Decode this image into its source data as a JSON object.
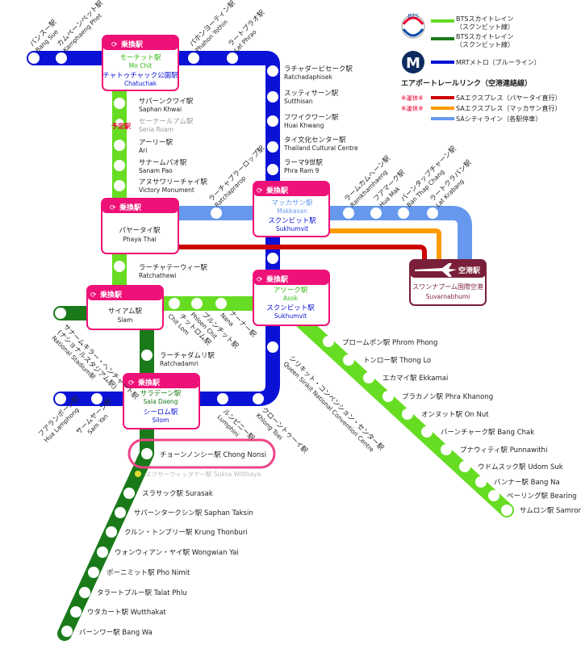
{
  "colors": {
    "bts_sukhumvit": "#66dd22",
    "bts_silom": "#1a7a1a",
    "mrt_blue": "#0a12d6",
    "sa_express_phaya_thai": "#cc0000",
    "sa_express_makkasan": "#ff9900",
    "sa_city_line": "#6699ee",
    "interchange_pink": "#ee1177",
    "airport_maroon": "#7a1f3a",
    "highlight_ring": "#ee4488"
  },
  "legend": {
    "bts_logo": "BTS",
    "bts_sukhumvit": "BTSスカイトレイン\n（スクンビット線）",
    "bts_silom": "BTSスカイトレイン\n（スクンビット線）",
    "mrt_logo": "M",
    "mrt": "MRTメトロ（ブルーライン）",
    "airport_link_title": "エアポートレールリンク（空港連絡線）",
    "suspended_1": "※運休※",
    "sa_express_phaya_thai": "SAエクスプレス（パヤータイ直行）",
    "suspended_2": "※運休※",
    "sa_express_makkasan": "SAエクスプレス（マッカサン直行）",
    "sa_city": "SAシティライン（各駅停車）"
  },
  "interchanges": {
    "mo_chit": {
      "badge": "乗換駅",
      "bts_jp": "モーチット駅",
      "bts_en": "Mo Chit",
      "mrt_jp": "チャトゥチャック公園駅",
      "mrt_en": "Chatuchak"
    },
    "phaya_thai": {
      "badge": "乗換駅",
      "jp": "パヤータイ駅",
      "en": "Phaya Thai"
    },
    "makkasan": {
      "badge": "乗換駅",
      "sa_jp": "マッカサン駅",
      "sa_en": "Makkasan",
      "mrt_jp": "スクンビット駅",
      "mrt_en": "Sukhumvit"
    },
    "siam": {
      "badge": "乗換駅",
      "jp": "サイアム駅",
      "en": "Siam"
    },
    "asok": {
      "badge": "乗換駅",
      "bts_jp": "アソーク駅",
      "bts_en": "Asok",
      "mrt_jp": "スクンビット駅",
      "mrt_en": "Sukhumvit"
    },
    "sala_daeng": {
      "badge": "乗換駅",
      "bts_jp": "サラデーン駅",
      "bts_en": "Sala Daeng",
      "mrt_jp": "シーロム駅",
      "mrt_en": "Silom"
    },
    "airport": {
      "badge": "空港駅",
      "jp": "スワンナプーム国際空港",
      "en": "Suvarnabhumi"
    }
  },
  "stations": {
    "bang_sue": {
      "jp": "バンスー駅",
      "en": "Bang Sue"
    },
    "kamphaeng_phet": {
      "jp": "カムペーンペット駅",
      "en": "Kamphaeng Phet"
    },
    "phahon_yothin": {
      "jp": "パホンヨーティン駅",
      "en": "Phahon Yothin"
    },
    "lat_phrao": {
      "jp": "ラートプラオ駅",
      "en": "Lat Phrao"
    },
    "ratchadaphisek": {
      "jp": "ラチャダーピセーク駅",
      "en": "Ratchadaphisek"
    },
    "sutthisan": {
      "jp": "スッティサーン駅",
      "en": "Sutthisan"
    },
    "huai_khwang": {
      "jp": "フワイクワーン駅",
      "en": "Huai Khwang"
    },
    "thailand_cultural": {
      "jp": "タイ文化センター駅",
      "en": "Thailand Cultural Centre"
    },
    "phra_ram_9": {
      "jp": "ラーマ9世駅",
      "en": "Phra Ram 9"
    },
    "saphan_khwai": {
      "jp": "サパーンクワイ駅",
      "en": "Saphan Khwai"
    },
    "seria_ruam": {
      "jp": "セーナールアム駅",
      "en": "Seria Ruam",
      "note": "予定駅"
    },
    "ari": {
      "jp": "アーリー駅",
      "en": "Ari"
    },
    "sanam_pao": {
      "jp": "サナームパオ駅",
      "en": "Sanam Pao"
    },
    "victory_monument": {
      "jp": "アヌサワリーチャイ駅",
      "en": "Victory Monument"
    },
    "ratchaprarop": {
      "jp": "ラーチャプラーロップ駅",
      "en": "Ratchaprarop"
    },
    "ramkhamhaeng": {
      "jp": "ラームカムヘーン駅",
      "en": "Ramkhamhaeng"
    },
    "hua_mak": {
      "jp": "フアマーク駅",
      "en": "Hua Mak"
    },
    "ban_thap_chang": {
      "jp": "バーンタップチャーン駅",
      "en": "Ban Thap Chang"
    },
    "lat_krabang": {
      "jp": "ラートクラバン駅",
      "en": "Lat Krabang"
    },
    "ratchathewi": {
      "jp": "ラーチャテーウィー駅",
      "en": "Ratchathewi"
    },
    "chit_lom": {
      "jp": "チットロム駅",
      "en": "Chit Lom"
    },
    "phloen_chit": {
      "jp": "プルンチット駅",
      "en": "Phloen Chit"
    },
    "nana": {
      "jp": "ナーナー駅",
      "en": "Nana"
    },
    "national_stadium": {
      "jp": "サナームキラー・ヘンチャート駅\n(ナショナルスタジアム駅)",
      "en": "National Stadium駅"
    },
    "ratchadamri": {
      "jp": "ラーチャダムリ駅",
      "en": "Ratchadamri"
    },
    "phrom_phong": {
      "text": "プロームポン駅 Phrom Phong"
    },
    "thong_lo": {
      "text": "トンロー駅 Thong Lo"
    },
    "ekkamai": {
      "text": "エカマイ駅 Ekkamai"
    },
    "phra_khanong": {
      "text": "プラカノン駅 Phra Khanong"
    },
    "on_nut": {
      "text": "オンヌット駅 On Nut"
    },
    "bang_chak": {
      "text": "バーンチャーク駅 Bang Chak"
    },
    "punnawithi": {
      "text": "プナウィティ駅 Punnawithi"
    },
    "udom_suk": {
      "text": "ウドムスック駅 Udom Suk"
    },
    "bang_na": {
      "text": "バンナー駅 Bang Na"
    },
    "bearing": {
      "text": "ベーリング駅 Bearing"
    },
    "samrong": {
      "text": "サムロン駅 Samrong"
    },
    "queen_sirikit": {
      "jp": "シリキット・コンベンション・センター駅",
      "en": "Queen Sirikit National Convention Centre"
    },
    "khlong_toei": {
      "jp": "クローントゥーイ駅",
      "en": "Khlong Toei"
    },
    "lumphini": {
      "jp": "ルンピニー駅",
      "en": "Lumphini"
    },
    "sam_yan": {
      "jp": "サームヤーン駅",
      "en": "Sam Yan"
    },
    "hua_lamphong": {
      "jp": "フアランポーン駅",
      "en": "Hua Lamphong"
    },
    "chong_nonsi": {
      "text": "チョーンノンシー駅 Chong Nonsi"
    },
    "suksa_witthaya": {
      "text": "スクサーウィッタヤー駅 Suksa Witthaya"
    },
    "surasak": {
      "text": "スラサック駅 Surasak"
    },
    "saphan_taksin": {
      "text": "サパーンタークシン駅 Saphan Taksin"
    },
    "krung_thonburi": {
      "text": "クルン・トンブリー駅 Krung Thonburi"
    },
    "wongwian_yai": {
      "text": "ウォンウィアン・ヤイ駅 Wongwian Yai"
    },
    "pho_nimit": {
      "text": "ポーニミット駅 Pho Nimit"
    },
    "talat_phlu": {
      "text": "タラートプルー駅 Talat Phlu"
    },
    "wutthakat": {
      "text": "ウタカート駅 Wutthakat"
    },
    "bang_wa": {
      "text": "バーンワー駅 Bang Wa"
    }
  }
}
